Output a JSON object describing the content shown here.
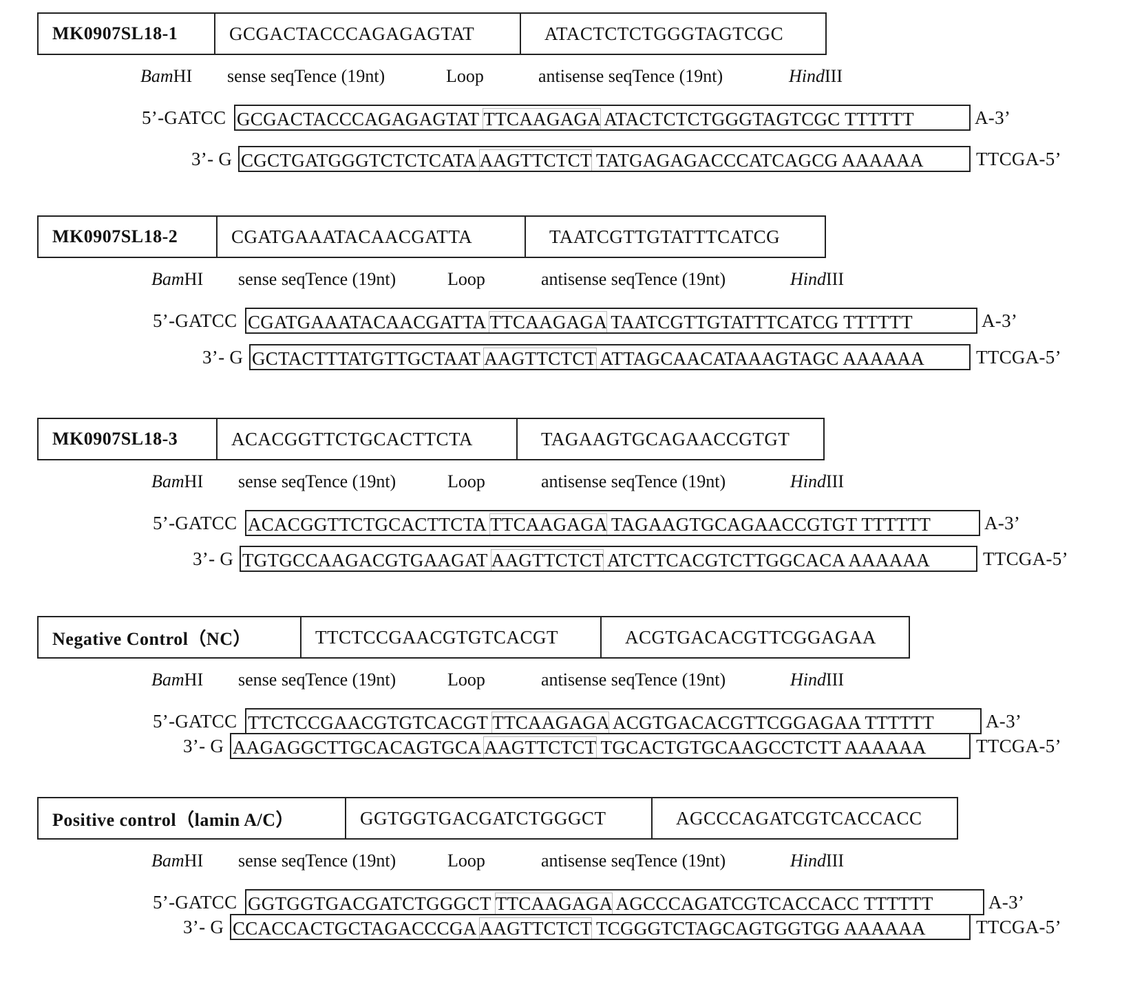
{
  "labels": {
    "bam_italic": "Bam",
    "bam_rest": "HI",
    "sense": "sense seqTence (19nt)",
    "loop": "Loop",
    "antisense": "antisense seqTence (19nt)",
    "hind_italic": "Hind",
    "hind_rest": "III"
  },
  "ends": {
    "top_left": "5’-GATCC",
    "top_right": "A-3’",
    "bottom_left": "3’- G",
    "bottom_right": "TTCGA-5’"
  },
  "blocks": [
    {
      "name": "MK0907SL18-1",
      "sense": "GCGACTACCCAGAGAGTAT",
      "antisense": "ATACTCTCTGGGTAGTCGC",
      "top_sense": "GCGACTACCCAGAGAGTAT",
      "top_loop": "TTCAAGAGA",
      "top_anti": "ATACTCTCTGGGTAGTCGC",
      "top_tail": "TTTTTT",
      "bot_sense": "CGCTGATGGGTCTCTCATA",
      "bot_loop": "AAGTTCTCT",
      "bot_anti": "TATGAGAGACCCATCAGCG",
      "bot_tail": "AAAAAA"
    },
    {
      "name": "MK0907SL18-2",
      "sense": "CGATGAAATACAACGATTA",
      "antisense": "TAATCGTTGTATTTCATCG",
      "top_sense": "CGATGAAATACAACGATTA",
      "top_loop": "TTCAAGAGA",
      "top_anti": "TAATCGTTGTATTTCATCG",
      "top_tail": "TTTTTT",
      "bot_sense": "GCTACTTTATGTTGCTAAT",
      "bot_loop": "AAGTTCTCT",
      "bot_anti": "ATTAGCAACATAAAGTAGC",
      "bot_tail": "AAAAAA"
    },
    {
      "name": "MK0907SL18-3",
      "sense": "ACACGGTTCTGCACTTCTA",
      "antisense": "TAGAAGTGCAGAACCGTGT",
      "top_sense": "ACACGGTTCTGCACTTCTA",
      "top_loop": "TTCAAGAGA",
      "top_anti": "TAGAAGTGCAGAACCGTGT",
      "top_tail": "TTTTTT",
      "bot_sense": "TGTGCCAAGACGTGAAGAT",
      "bot_loop": "AAGTTCTCT",
      "bot_anti": "ATCTTCACGTCTTGGCACA",
      "bot_tail": "AAAAAA"
    },
    {
      "name": "Negative Control（NC）",
      "sense": "TTCTCCGAACGTGTCACGT",
      "antisense": "ACGTGACACGTTCGGAGAA",
      "top_sense": "TTCTCCGAACGTGTCACGT",
      "top_loop": "TTCAAGAGA",
      "top_anti": "ACGTGACACGTTCGGAGAA",
      "top_tail": "TTTTTT",
      "bot_sense": "AAGAGGCTTGCACAGTGCA",
      "bot_loop": "AAGTTCTCT",
      "bot_anti": "TGCACTGTGCAAGCCTCTT",
      "bot_tail": "AAAAAA"
    },
    {
      "name": "Positive control（lamin A/C）",
      "sense": "GGTGGTGACGATCTGGGCT",
      "antisense": "AGCCCAGATCGTCACCACC",
      "top_sense": "GGTGGTGACGATCTGGGCT",
      "top_loop": "TTCAAGAGA",
      "top_anti": "AGCCCAGATCGTCACCACC",
      "top_tail": "TTTTTT",
      "bot_sense": "CCACCACTGCTAGACCCGA",
      "bot_loop": "AAGTTCTCT",
      "bot_anti": "TCGGGTCTAGCAGTGGTGG",
      "bot_tail": "AAAAAA"
    }
  ]
}
